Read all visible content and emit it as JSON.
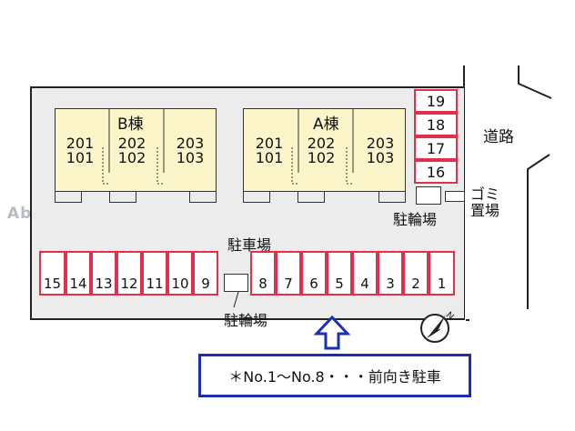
{
  "watermark": "Able NetWork",
  "building_b": {
    "name": "B棟",
    "units": [
      {
        "upper": "201",
        "lower": "101"
      },
      {
        "upper": "202",
        "lower": "102"
      },
      {
        "upper": "203",
        "lower": "103"
      }
    ]
  },
  "building_a": {
    "name": "A棟",
    "units": [
      {
        "upper": "201",
        "lower": "101"
      },
      {
        "upper": "202",
        "lower": "102"
      },
      {
        "upper": "203",
        "lower": "103"
      }
    ]
  },
  "parking_label": "駐車場",
  "bottom_stalls": [
    "15",
    "14",
    "13",
    "12",
    "11",
    "10",
    "9",
    "8",
    "7",
    "6",
    "5",
    "4",
    "3",
    "2",
    "1"
  ],
  "right_stalls": [
    "19",
    "18",
    "17",
    "16"
  ],
  "bike_parking_label": "駐輪場",
  "garbage_label": [
    "ゴミ",
    "置場"
  ],
  "road_label": "道路",
  "note": "＊No.1～No.8・・・前向き駐車",
  "colors": {
    "stall_border": "#e0304a",
    "building_fill": "#fbf5c9",
    "note_border": "#1a2fb0",
    "lot_fill": "#ececec"
  },
  "icons": [
    "entrance-arrow-icon",
    "compass-north-icon"
  ]
}
